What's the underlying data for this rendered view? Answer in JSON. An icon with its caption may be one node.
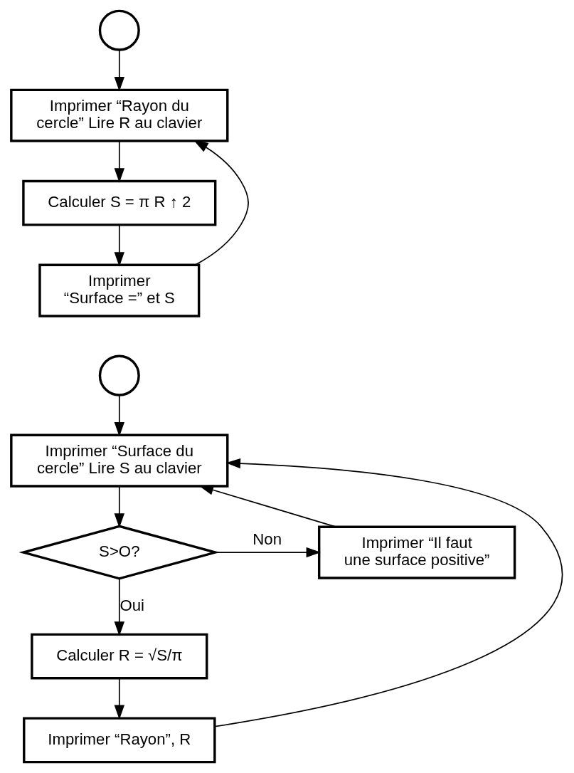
{
  "diagram": {
    "nodes": [
      {
        "text": [],
        "shape": "circle"
      },
      {
        "text": [
          "Imprimer “Rayon du cercle” Lire R au clavier"
        ]
      },
      {
        "text": [
          "Calculer S = π R ↑ 2"
        ]
      },
      {
        "text": [
          "Imprimer “Surface =” et S"
        ]
      },
      {
        "text": [],
        "shape": "circle"
      },
      {
        "text": [
          "Imprimer “Surface du cercle” Lire S au clavier"
        ]
      },
      {
        "text": [
          "S>O?"
        ]
      },
      {
        "text": [
          "Imprimer “Il faut une surface positive”"
        ]
      },
      {
        "text": [
          "Calculer R = √S/π"
        ]
      },
      {
        "text": [
          "Imprimer “Rayon”, R"
        ]
      }
    ],
    "edges": [
      {
        "from": 0,
        "to": 1,
        "arrow": "to"
      },
      {
        "from": 1,
        "to": 2,
        "arrow": "to"
      },
      {
        "from": 2,
        "to": 3,
        "arrow": "to"
      },
      {
        "from": 3,
        "to": 1,
        "arrow": "to"
      },
      {
        "from": 4,
        "to": 5,
        "arrow": "to"
      },
      {
        "from": 5,
        "to": 6,
        "arrow": "to"
      },
      {
        "from": 6,
        "to": 7,
        "arrow": "to",
        "label": "Non"
      },
      {
        "from": 6,
        "to": 8,
        "arrow": "to",
        "label": "Oui"
      },
      {
        "from": 8,
        "to": 9,
        "arrow": "to"
      },
      {
        "from": 7,
        "to": 5,
        "arrow": "to"
      },
      {
        "from": 9,
        "to": 5,
        "arrow": "to"
      }
    ]
  }
}
